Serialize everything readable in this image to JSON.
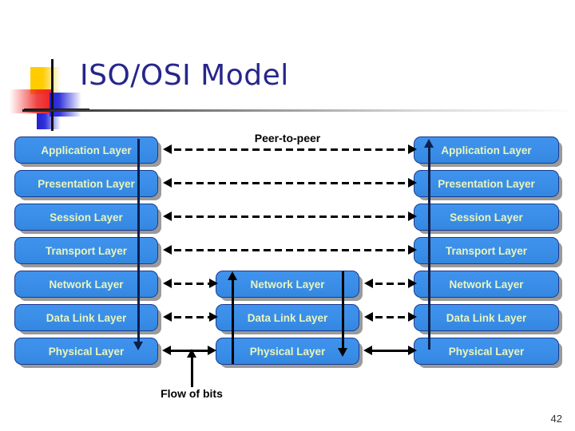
{
  "slide": {
    "title": "ISO/OSI Model",
    "page_number": "42",
    "background_color": "#ffffff",
    "title_color": "#26268c"
  },
  "logo": {
    "name": "decorative-squares-logo",
    "colors": {
      "yellow": "#ffcc00",
      "red": "#ee2222",
      "blue": "#2222cc",
      "crosshair": "#111111"
    }
  },
  "diagram": {
    "type": "layered-stack",
    "box_style": {
      "fill": "#3a8ee8",
      "border": "#1a3a8f",
      "text_color": "#e9f5bd",
      "shadow": "#9a9a9a"
    },
    "columns": [
      {
        "name": "left-host",
        "layers": [
          "Application Layer",
          "Presentation Layer",
          "Session Layer",
          "Transport Layer",
          "Network Layer",
          "Data Link Layer",
          "Physical Layer"
        ]
      },
      {
        "name": "intermediate-node",
        "layers": [
          "Network Layer",
          "Data Link Layer",
          "Physical Layer"
        ]
      },
      {
        "name": "right-host",
        "layers": [
          "Application Layer",
          "Presentation Layer",
          "Session Layer",
          "Transport Layer",
          "Network Layer",
          "Data Link Layer",
          "Physical Layer"
        ]
      }
    ],
    "labels": {
      "peer_to_peer": "Peer-to-peer",
      "flow_of_bits": "Flow of bits"
    },
    "connectors": {
      "peer_rows": [
        "Application Layer",
        "Presentation Layer",
        "Session Layer",
        "Transport Layer",
        "Network Layer",
        "Data Link Layer"
      ],
      "peer_style": "dashed-double-arrow",
      "physical_style": "solid-double-arrow",
      "left_stack_direction": "down",
      "middle_left_direction": "up",
      "middle_right_direction": "down",
      "right_stack_direction": "up"
    }
  }
}
